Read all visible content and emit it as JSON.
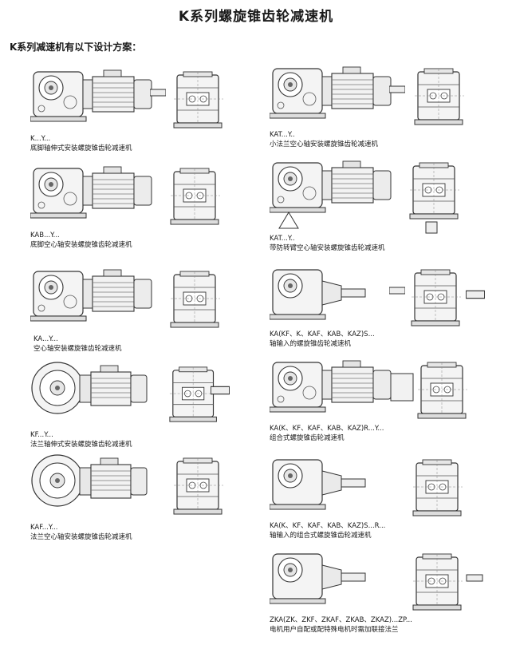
{
  "title": "K系列螺旋锥齿轮减速机",
  "subtitle": "K系列减速机有以下设计方案：",
  "designs": [
    {
      "code": "K...Y...",
      "desc": "底脚轴伸式安装螺旋锥齿轮减速机"
    },
    {
      "code": "KAT...Y..",
      "desc": "小法兰空心轴安装螺旋锥齿轮减速机"
    },
    {
      "code": "KAB...Y...",
      "desc": "底脚空心轴安装螺旋锥齿轮减速机"
    },
    {
      "code": "KAT...Y..",
      "desc": "带防转臂空心轴安装螺旋锥齿轮减速机"
    },
    {
      "code": "KA...Y...",
      "desc": "空心轴安装螺旋锥齿轮减速机"
    },
    {
      "code": "KA(KF、K、KAF、KAB、KAZ)S...",
      "desc": "轴输入的螺旋锥齿轮减速机"
    },
    {
      "code": "KF...Y...",
      "desc": "法兰轴伸式安装螺旋锥齿轮减速机"
    },
    {
      "code": "KA(K、KF、KAF、KAB、KAZ)R...Y...",
      "desc": "组合式螺旋锥齿轮减速机"
    },
    {
      "code": "KAF...Y...",
      "desc": "法兰空心轴安装螺旋锥齿轮减速机"
    },
    {
      "code": "KA(K、KF、KAF、KAB、KAZ)S...R...",
      "desc": "轴输入的组合式螺旋锥齿轮减速机"
    },
    {
      "code": "ZKA(ZK、ZKF、ZKAF、ZKAB、ZKAZ)...ZP...",
      "desc": "电机用户自配或配特殊电机时需加联接法兰"
    }
  ]
}
